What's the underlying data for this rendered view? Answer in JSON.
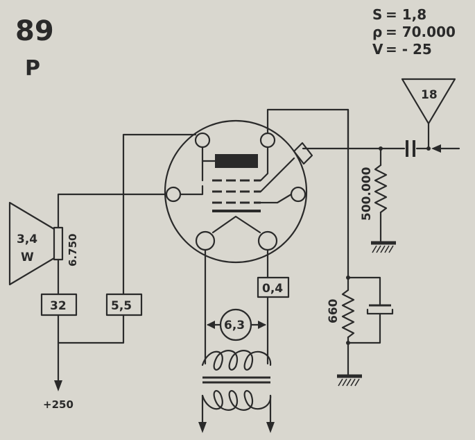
{
  "tube": {
    "number": "89",
    "function": "P"
  },
  "parameters": [
    {
      "symbol": "S",
      "value": "= 1,8"
    },
    {
      "symbol": "ρ",
      "value": "= 70.000"
    },
    {
      "symbol": "V",
      "value": "= - 25"
    }
  ],
  "antenna_label": "18",
  "grid_resistor": "500.000",
  "cathode_resistor": "660",
  "speaker": {
    "power": "3,4",
    "unit": "W",
    "impedance": "6.750"
  },
  "box_plate": "32",
  "box_screen": "5,5",
  "box_heater_current": "0,4",
  "heater_voltage": "6,3",
  "supply_voltage": "+250",
  "colors": {
    "ink": "#2a2a2a",
    "paper": "#d9d7cf"
  }
}
